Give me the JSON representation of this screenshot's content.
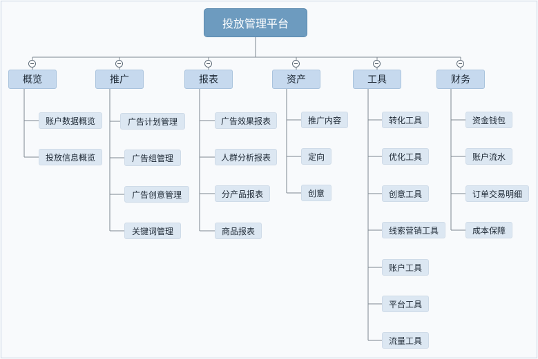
{
  "root": {
    "label": "投放管理平台"
  },
  "categories": [
    {
      "label": "概览",
      "children": [
        "账户数据概览",
        "投放信息概览"
      ]
    },
    {
      "label": "推广",
      "children": [
        "广告计划管理",
        "广告组管理",
        "广告创意管理",
        "关键词管理"
      ]
    },
    {
      "label": "报表",
      "children": [
        "广告效果报表",
        "人群分析报表",
        "分产品报表",
        "商品报表"
      ]
    },
    {
      "label": "资产",
      "children": [
        "推广内容",
        "定向",
        "创意"
      ]
    },
    {
      "label": "工具",
      "children": [
        "转化工具",
        "优化工具",
        "创意工具",
        "线索营销工具",
        "账户工具",
        "平台工具",
        "流量工具"
      ]
    },
    {
      "label": "财务",
      "children": [
        "资金钱包",
        "账户流水",
        "订单交易明细",
        "成本保障"
      ]
    }
  ]
}
